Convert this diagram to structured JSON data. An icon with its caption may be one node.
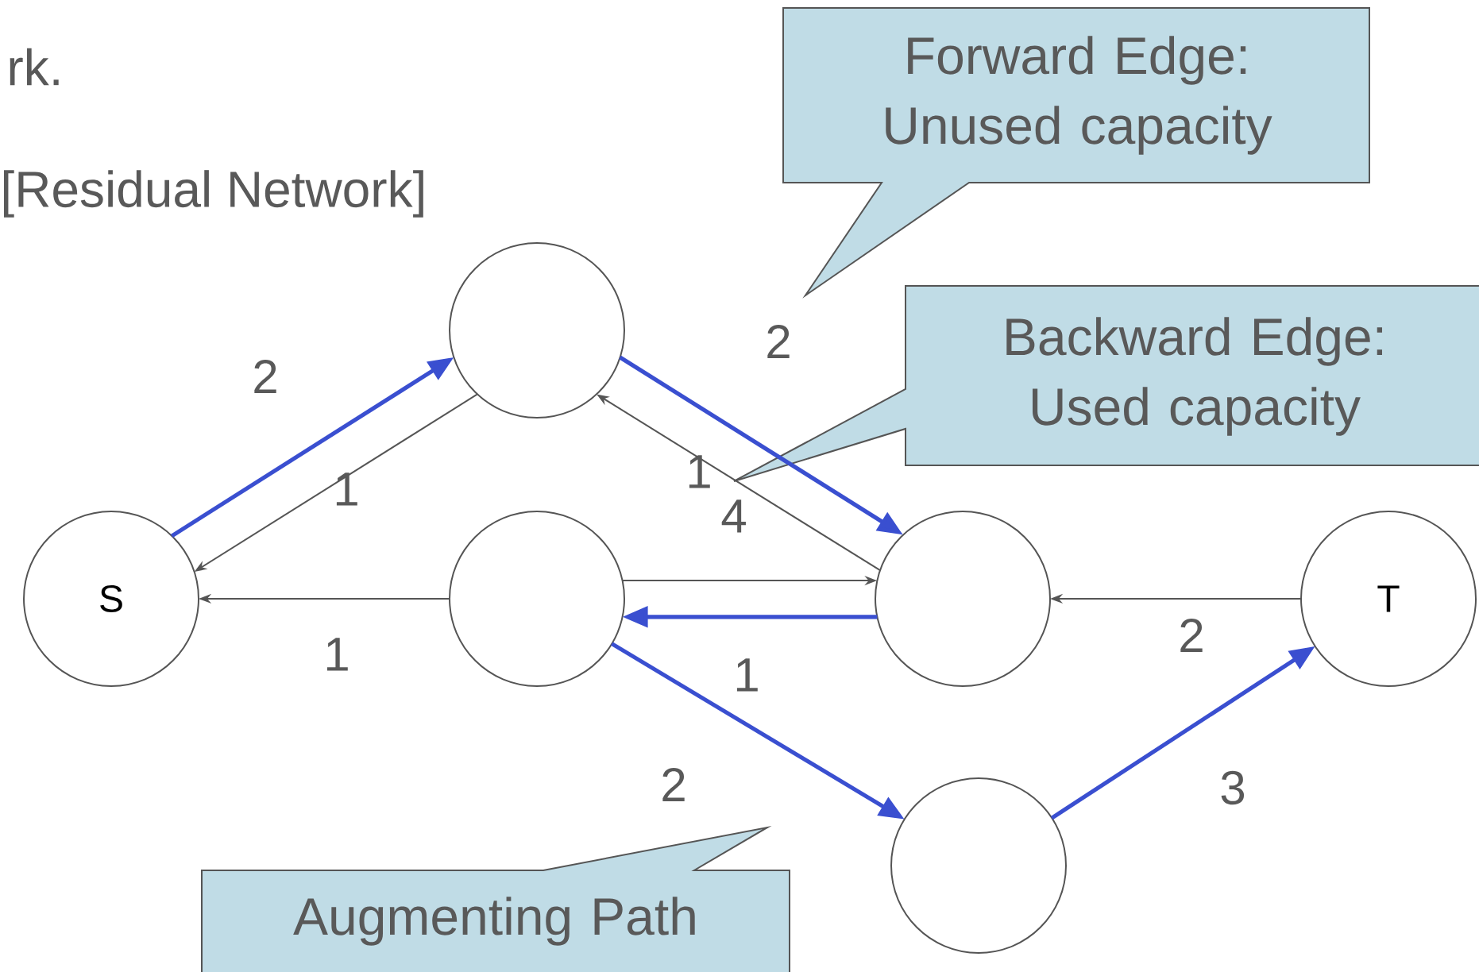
{
  "diagram": {
    "nodes": [
      {
        "text": [
          "S"
        ]
      },
      {
        "text": [],
        "shape": "circle"
      },
      {
        "text": [],
        "shape": "circle"
      },
      {
        "text": [],
        "shape": "circle"
      },
      {
        "text": [
          "T"
        ]
      },
      {
        "text": [],
        "shape": "circle"
      },
      {
        "text": [
          "Forward Edge: Unused capacity"
        ]
      },
      {
        "text": [
          "Backward Edge: Used capacity"
        ]
      },
      {
        "text": [
          "Augmenting Path"
        ]
      }
    ],
    "edges": [
      {
        "from": 0,
        "to": 1,
        "arrow": "to",
        "label": "2",
        "style": "thick",
        "color": "#3a4fd0"
      },
      {
        "from": 1,
        "to": 0,
        "arrow": "to",
        "label": "1",
        "color": "#555555"
      },
      {
        "from": 1,
        "to": 3,
        "arrow": "to",
        "label": "2",
        "style": "thick",
        "color": "#3a4fd0"
      },
      {
        "from": 3,
        "to": 1,
        "arrow": "to",
        "label": "1",
        "color": "#555555"
      },
      {
        "from": 2,
        "to": 3,
        "arrow": "to",
        "label": "4",
        "color": "#555555"
      },
      {
        "from": 3,
        "to": 2,
        "arrow": "to",
        "label": "1",
        "style": "thick",
        "color": "#3a4fd0"
      },
      {
        "from": 2,
        "to": 0,
        "arrow": "to",
        "label": "1",
        "color": "#555555"
      },
      {
        "from": 4,
        "to": 3,
        "arrow": "to",
        "label": "2",
        "color": "#555555"
      },
      {
        "from": 2,
        "to": 5,
        "arrow": "to",
        "label": "2",
        "style": "thick",
        "color": "#3a4fd0"
      },
      {
        "from": 5,
        "to": 4,
        "arrow": "to",
        "label": "3",
        "style": "thick",
        "color": "#3a4fd0"
      }
    ],
    "labels": [
      "rk.",
      "[Residual Network]"
    ]
  }
}
